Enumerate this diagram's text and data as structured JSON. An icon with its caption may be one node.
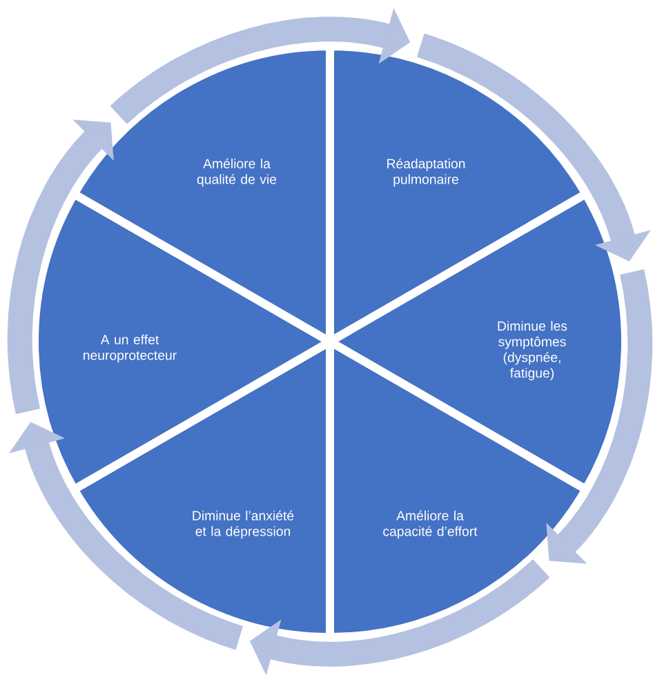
{
  "diagram": {
    "nodes": [
      {
        "text": [
          "Réadaptation pulmonaire"
        ]
      },
      {
        "text": [
          "Diminue les symptômes (dyspnée, fatigue)"
        ]
      },
      {
        "text": [
          "Améliore la capacité d’effort"
        ]
      },
      {
        "text": [
          "Diminue l’anxiété et la dépression"
        ]
      },
      {
        "text": [
          "A un effet neuroprotecteur"
        ]
      },
      {
        "text": [
          "Améliore la qualité de vie"
        ]
      }
    ],
    "edges": [
      {
        "from": 0,
        "to": 1,
        "arrow": "to"
      },
      {
        "from": 1,
        "to": 2,
        "arrow": "to"
      },
      {
        "from": 2,
        "to": 3,
        "arrow": "to"
      },
      {
        "from": 3,
        "to": 4,
        "arrow": "to"
      },
      {
        "from": 4,
        "to": 5,
        "arrow": "to"
      },
      {
        "from": 5,
        "to": 0,
        "arrow": "to"
      }
    ]
  }
}
